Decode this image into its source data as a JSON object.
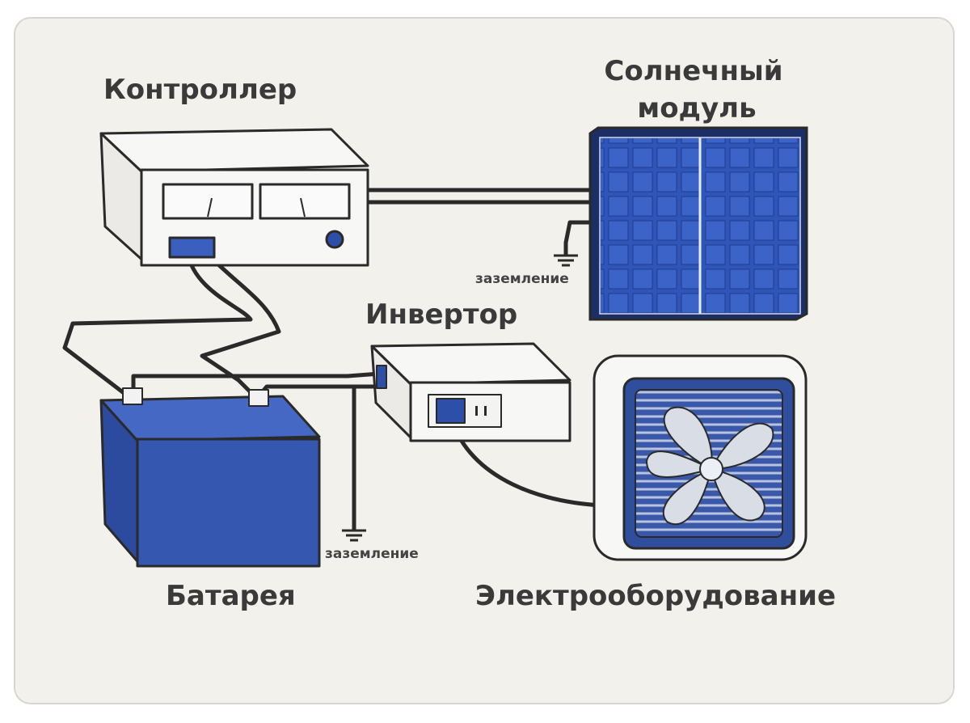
{
  "labels": {
    "controller": "Контроллер",
    "solar_line1": "Солнечный",
    "solar_line2": "модуль",
    "inverter": "Инвертор",
    "battery": "Батарея",
    "equipment": "Электрооборудование",
    "ground_top": "заземление",
    "ground_bottom": "заземление"
  },
  "colors": {
    "paper": "#f3f1ec",
    "outline": "#2a2a2a",
    "panel_blue": "#2f55b8",
    "battery_blue": "#3557b0",
    "box_fill": "#f7f7f5",
    "label": "#3a3a3a"
  }
}
